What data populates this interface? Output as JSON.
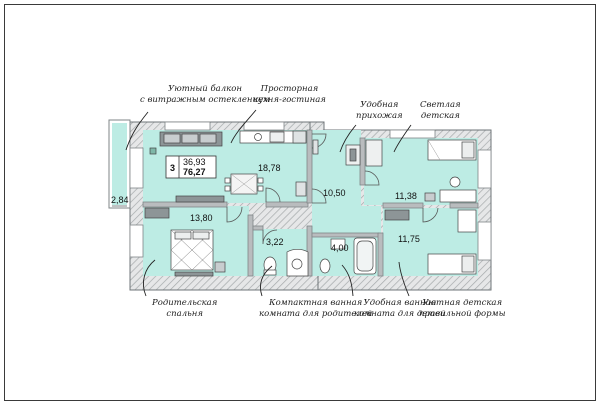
{
  "plan": {
    "rooms_count": "3",
    "living_area": "36,93",
    "total_area": "76,27",
    "balcony_area": "2,84",
    "kitchen_living_area": "18,78",
    "parent_bedroom_area": "13,80",
    "parent_bath_area": "3,22",
    "hall_area": "10,50",
    "kids_bath_area": "4,00",
    "kids_room1_area": "11,38",
    "kids_room2_area": "11,75"
  },
  "notes": {
    "balcony": [
      "Уютный балкон",
      "с витражным остеклением"
    ],
    "kitchen": [
      "Просторная",
      "кухня-гостиная"
    ],
    "hall": [
      "Удобная",
      "прихожая"
    ],
    "kids_room_bright": [
      "Светлая",
      "детская"
    ],
    "parent_bedroom": [
      "Родительская",
      "спальня"
    ],
    "parent_bath": [
      "Компактная ванная",
      "комната для родителей"
    ],
    "kids_bath": [
      "Удобная ванная",
      "комната для детей"
    ],
    "kids_room_shape": [
      "Уютная детская",
      "правильной формы"
    ]
  },
  "colors": {
    "wall": "#7f8587",
    "floor": "#bdece4",
    "hatch": "#b9bcbe",
    "frame": "#3a3a3a"
  }
}
